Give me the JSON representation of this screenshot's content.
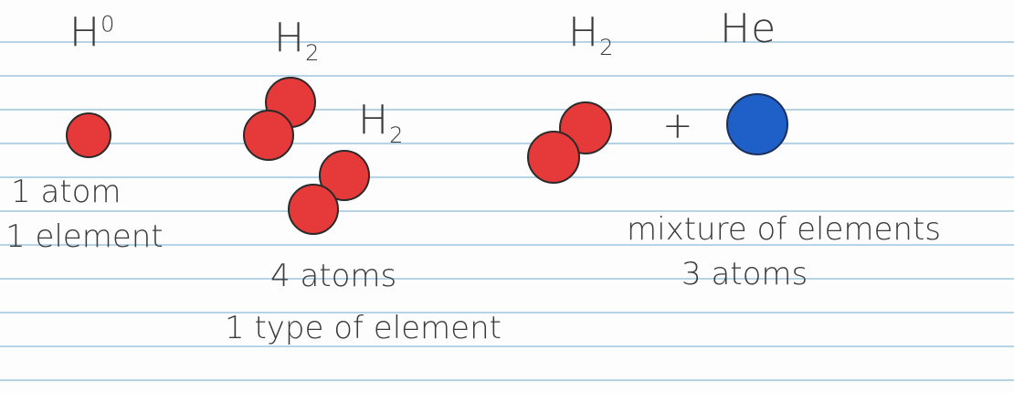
{
  "colors": {
    "paper": "#fdfdfd",
    "rule_line": "#b7d3e6",
    "ink": "#3a3a3a",
    "hydrogen_atom": "#e63a3a",
    "helium_atom": "#1f5fc8"
  },
  "groups": [
    {
      "formula": {
        "symbol": "H",
        "superscript": "0"
      },
      "captions": [
        "1 atom",
        "1 element"
      ]
    },
    {
      "formulas": [
        {
          "symbol": "H",
          "subscript": "2"
        },
        {
          "symbol": "H",
          "subscript": "2"
        }
      ],
      "captions": [
        "4 atoms",
        "1 type of element"
      ]
    },
    {
      "formulas": [
        {
          "symbol": "H",
          "subscript": "2"
        },
        {
          "symbol": "He"
        }
      ],
      "plus_sign": "+",
      "captions": [
        "mixture of elements",
        "3 atoms"
      ]
    }
  ]
}
